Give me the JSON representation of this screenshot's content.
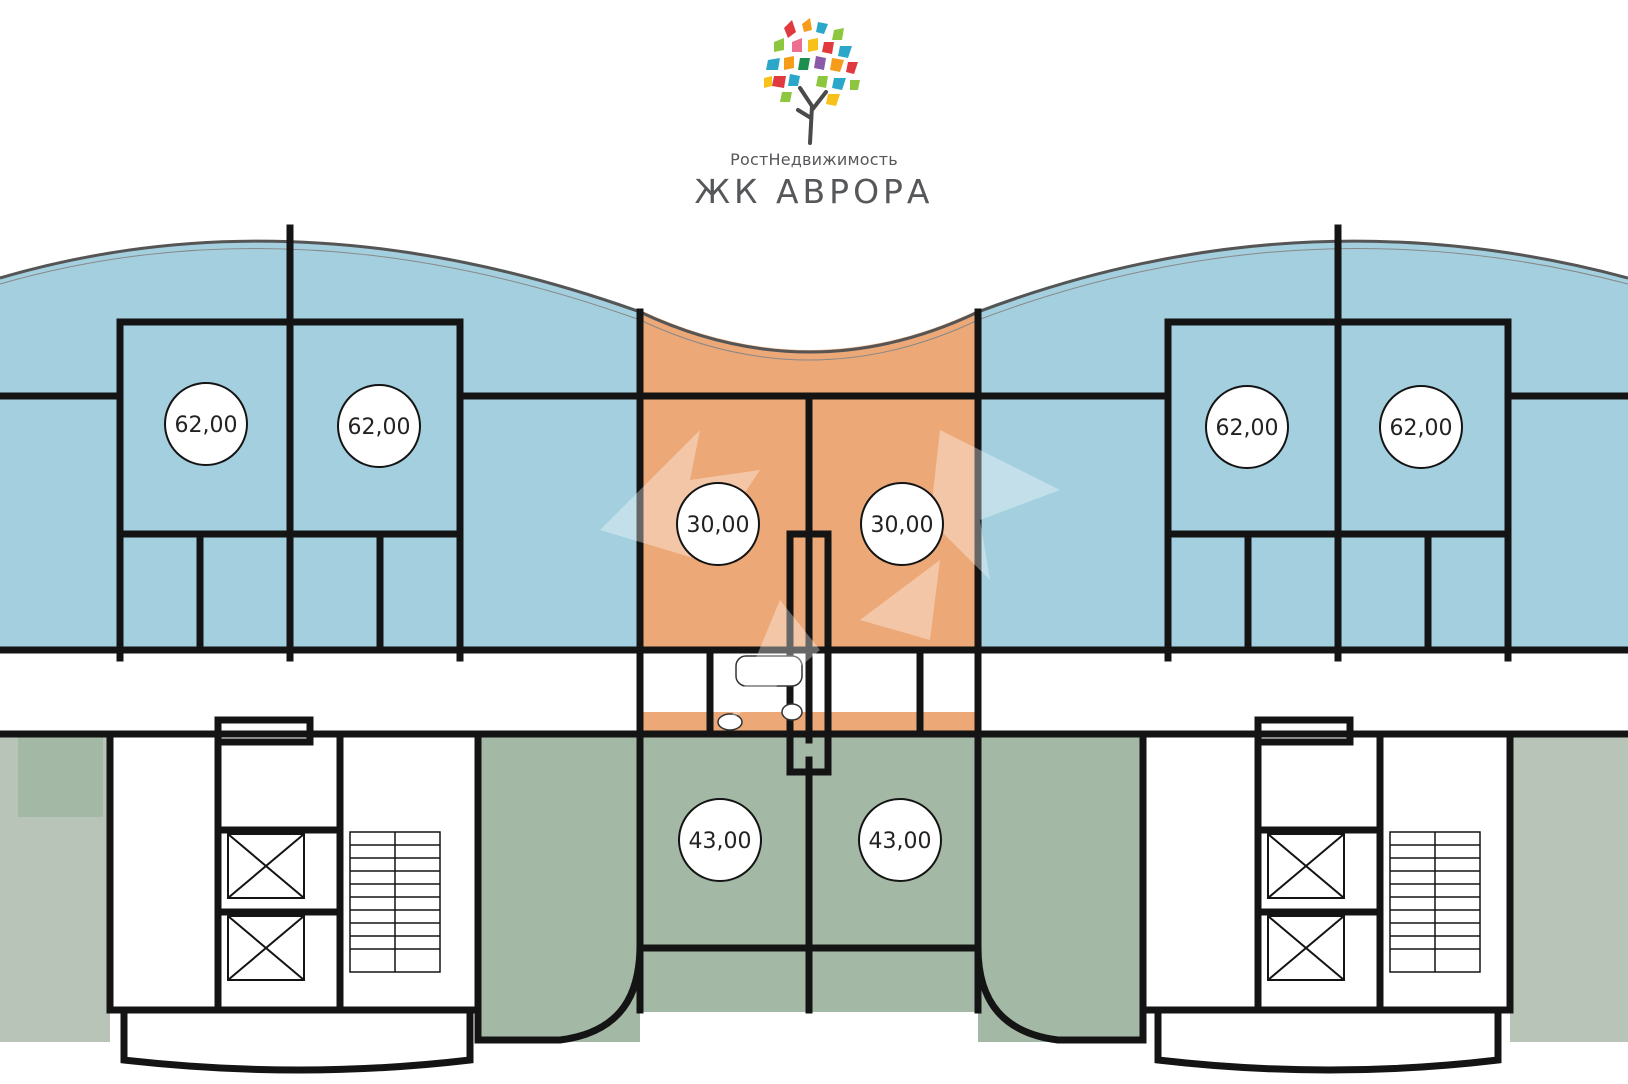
{
  "header": {
    "company": "РостНедвижимость",
    "project": "ЖК АВРОРА"
  },
  "colors": {
    "blue_apartment": "#a3cfdf",
    "orange_apartment": "#eca877",
    "green_apartment": "#a3b8a5",
    "gray_apartment": "#b9c4b9",
    "wall": "#141414"
  },
  "units": [
    {
      "area": "62,00",
      "type": "blue"
    },
    {
      "area": "62,00",
      "type": "blue"
    },
    {
      "area": "30,00",
      "type": "orange"
    },
    {
      "area": "30,00",
      "type": "orange"
    },
    {
      "area": "62,00",
      "type": "blue"
    },
    {
      "area": "62,00",
      "type": "blue"
    },
    {
      "area": "43,00",
      "type": "green"
    },
    {
      "area": "43,00",
      "type": "green"
    }
  ]
}
